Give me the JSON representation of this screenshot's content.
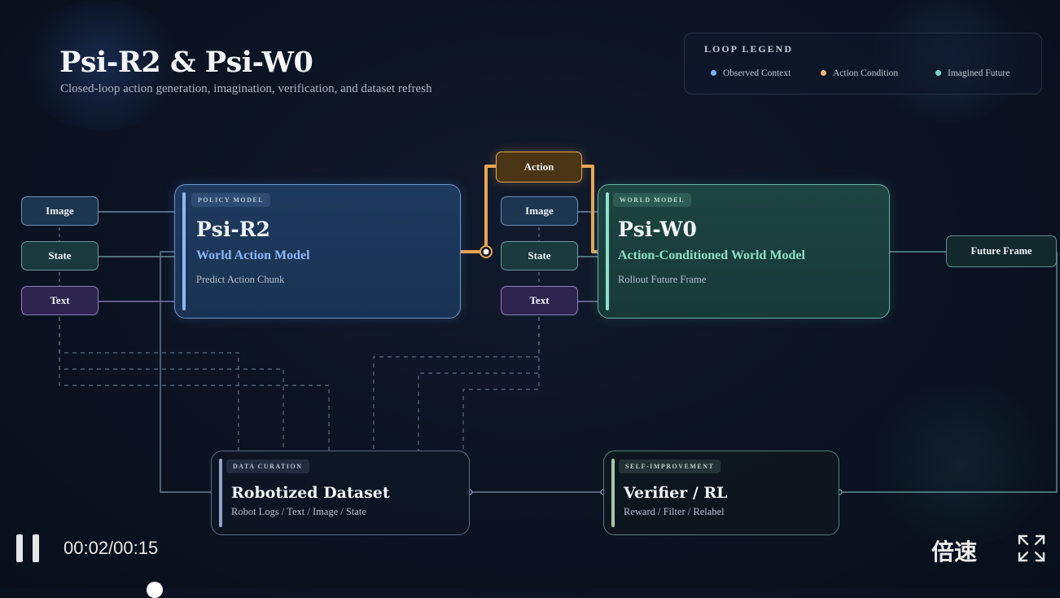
{
  "title": "Psi-R2 & Psi-W0",
  "subtitle": "Closed-loop action generation, imagination, verification, and dataset refresh",
  "legend": {
    "title": "LOOP LEGEND",
    "items": [
      {
        "label": "Observed Context",
        "color": "#7fb0f0"
      },
      {
        "label": "Action Condition",
        "color": "#f0b878"
      },
      {
        "label": "Imagined Future",
        "color": "#7fd8cc"
      }
    ]
  },
  "inputs_left": {
    "image": "Image",
    "state": "State",
    "text": "Text"
  },
  "inputs_mid": {
    "image": "Image",
    "state": "State",
    "text": "Text"
  },
  "action": "Action",
  "future_frame": "Future Frame",
  "policy": {
    "tag": "POLICY MODEL",
    "name": "Psi-R2",
    "role": "World Action Model",
    "desc": "Predict Action Chunk",
    "accent": "#8fb8f5"
  },
  "world": {
    "tag": "WORLD MODEL",
    "name": "Psi-W0",
    "role": "Action-Conditioned World Model",
    "desc": "Rollout Future Frame",
    "accent": "#8fe0c8"
  },
  "dataset": {
    "tag": "DATA CURATION",
    "name": "Robotized Dataset",
    "desc": "Robot Logs / Text / Image / State"
  },
  "verifier": {
    "tag": "SELF-IMPROVEMENT",
    "name": "Verifier / RL",
    "desc": "Reward / Filter / Relabel"
  },
  "player": {
    "time": "00:02/00:15",
    "speed": "倍速",
    "progress": 0.133
  }
}
